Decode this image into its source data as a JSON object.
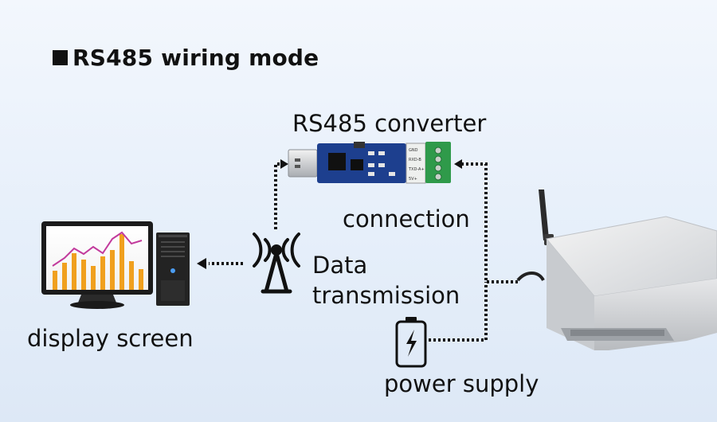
{
  "title": "RS485 wiring mode",
  "labels": {
    "converter": "RS485 converter",
    "connection": "connection",
    "data_line1": "Data",
    "data_line2": "transmission",
    "display": "display screen",
    "power": "power supply"
  },
  "converter_pins": [
    "GND",
    "RXD-B",
    "TXD-A+",
    "5V+"
  ],
  "colors": {
    "line": "#111111",
    "pcb": "#1d3f8e",
    "terminal": "#2f9a4a",
    "bar_orange": "#f0a01e",
    "trend_line": "#c23a9c"
  },
  "icons": [
    "usb-converter-icon",
    "monitor-icon",
    "pc-tower-icon",
    "antenna-tower-icon",
    "battery-icon",
    "gateway-box-icon"
  ]
}
